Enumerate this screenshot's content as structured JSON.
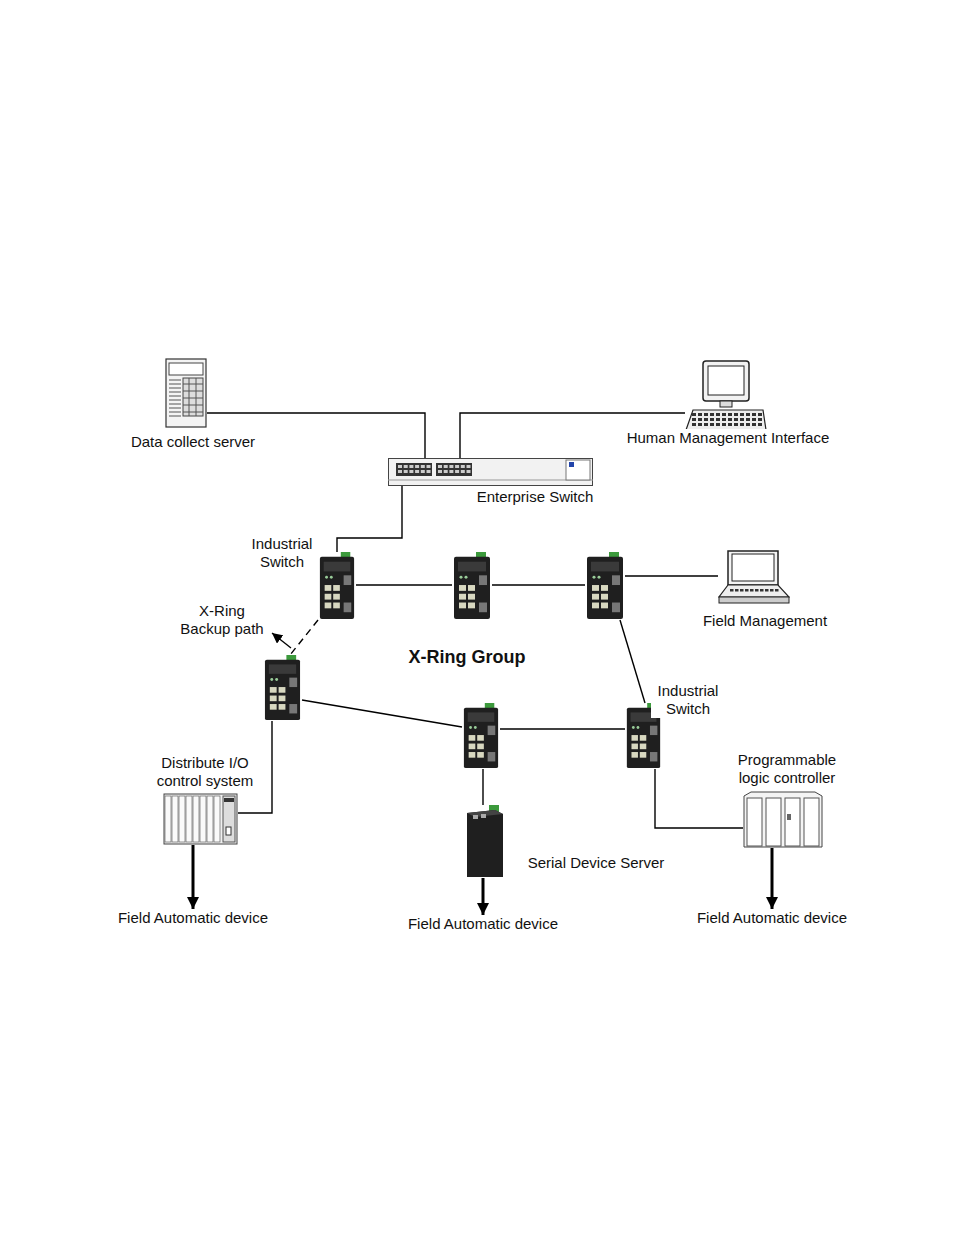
{
  "diagram": {
    "nodes": [
      {
        "text": [
          "Data collect server"
        ]
      },
      {
        "text": [
          "Human Management Interface"
        ]
      },
      {
        "text": [
          "Enterprise Switch"
        ]
      },
      {
        "text": [
          "Industrial Switch"
        ]
      },
      {
        "text": []
      },
      {
        "text": []
      },
      {
        "text": [
          "Field Management"
        ]
      },
      {
        "text": []
      },
      {
        "text": []
      },
      {
        "text": [
          "Industrial Switch"
        ]
      },
      {
        "text": [
          "Distribute I/O control system"
        ]
      },
      {
        "text": [
          "Serial Device Server"
        ]
      },
      {
        "text": [
          "Programmable logic controller"
        ]
      },
      {
        "text": [
          "Field Automatic device"
        ]
      },
      {
        "text": [
          "Field Automatic device"
        ]
      },
      {
        "text": [
          "Field Automatic device"
        ]
      }
    ],
    "edges": [
      {
        "from": 0,
        "to": 2,
        "arrow": "none"
      },
      {
        "from": 1,
        "to": 2,
        "arrow": "none"
      },
      {
        "from": 2,
        "to": 3,
        "arrow": "none"
      },
      {
        "from": 3,
        "to": 4,
        "arrow": "none"
      },
      {
        "from": 4,
        "to": 5,
        "arrow": "none"
      },
      {
        "from": 5,
        "to": 6,
        "arrow": "none"
      },
      {
        "from": 5,
        "to": 9,
        "arrow": "none"
      },
      {
        "from": 3,
        "to": 7,
        "arrow": "none"
      },
      {
        "from": 7,
        "to": 8,
        "arrow": "none"
      },
      {
        "from": 8,
        "to": 9,
        "arrow": "none"
      },
      {
        "from": 7,
        "to": 10,
        "arrow": "none"
      },
      {
        "from": 8,
        "to": 11,
        "arrow": "none"
      },
      {
        "from": 9,
        "to": 12,
        "arrow": "none"
      },
      {
        "from": 10,
        "to": 13,
        "arrow": "to"
      },
      {
        "from": 11,
        "to": 14,
        "arrow": "to"
      },
      {
        "from": 12,
        "to": 15,
        "arrow": "to"
      }
    ],
    "labels": [
      "X-Ring Backup path",
      "X-Ring Group"
    ]
  }
}
